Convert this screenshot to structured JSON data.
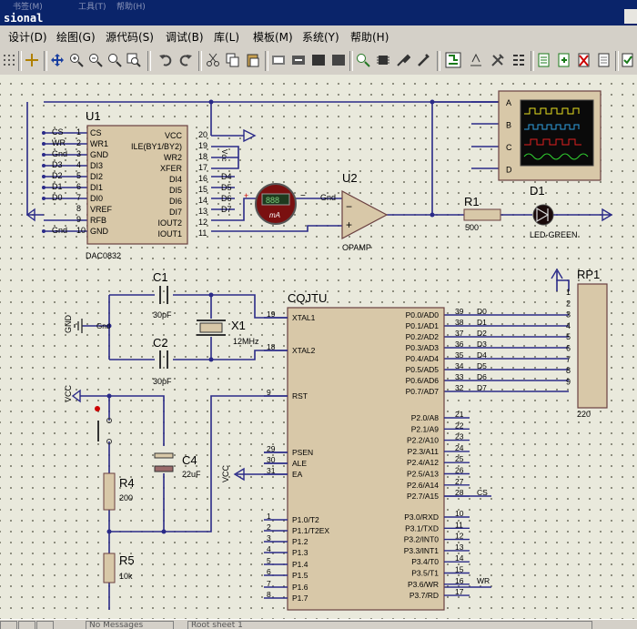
{
  "window": {
    "title": "sional",
    "menu_ghost_1": "书签(M)",
    "menu_ghost_2": "工具(T)",
    "menu_ghost_3": "帮助(H)"
  },
  "menus": [
    "设计(D)",
    "绘图(G)",
    "源代码(S)",
    "调试(B)",
    "库(L)",
    "模板(M)",
    "系统(Y)",
    "帮助(H)"
  ],
  "toolbar": {
    "icons": [
      "grid-icon",
      "origin-icon",
      "pan-icon",
      "zoom-in-icon",
      "zoom-out-icon",
      "zoom-all-icon",
      "zoom-area-icon",
      "undo-icon",
      "redo-icon",
      "cut-icon",
      "copy-icon",
      "paste-icon",
      "block-copy-icon",
      "block-move-icon",
      "block-rotate-icon",
      "block-delete-icon",
      "pick-device-icon",
      "make-device-icon",
      "package-tool-icon",
      "decompose-icon",
      "wire-autoroute-icon",
      "search-tag-icon",
      "property-tool-icon",
      "new-sheet-icon",
      "remove-sheet-icon",
      "netlist-icon",
      "bom-icon",
      "design-rule-icon",
      "ares-icon",
      "help-icon"
    ]
  },
  "schematic": {
    "u1": {
      "ref": "U1",
      "part": "DAC0832",
      "left_pins": [
        {
          "label": "CS",
          "name": "CS",
          "num": "1"
        },
        {
          "label": "WR",
          "name": "WR1",
          "num": "2"
        },
        {
          "label": "Gnd",
          "name": "GND",
          "num": "3"
        },
        {
          "label": "D3",
          "name": "DI3",
          "num": "4"
        },
        {
          "label": "D2",
          "name": "DI2",
          "num": "5"
        },
        {
          "label": "D1",
          "name": "DI1",
          "num": "6"
        },
        {
          "label": "D0",
          "name": "DI0",
          "num": "7"
        },
        {
          "label": "",
          "name": "VREF",
          "num": "8"
        },
        {
          "label": "",
          "name": "RFB",
          "num": "9"
        },
        {
          "label": "Gnd",
          "name": "GND",
          "num": "10"
        }
      ],
      "right_pins": [
        {
          "label": "",
          "name": "VCC",
          "num": "20"
        },
        {
          "label": "",
          "name": "ILE(BY1/BY2)",
          "num": "19"
        },
        {
          "label": "",
          "name": "WR2",
          "num": "18"
        },
        {
          "label": "",
          "name": "XFER",
          "num": "17"
        },
        {
          "label": "D4",
          "name": "DI4",
          "num": "16"
        },
        {
          "label": "D5",
          "name": "DI5",
          "num": "15"
        },
        {
          "label": "D6",
          "name": "DI6",
          "num": "14"
        },
        {
          "label": "D7",
          "name": "DI7",
          "num": "13"
        },
        {
          "label": "",
          "name": "IOUT2",
          "num": "12"
        },
        {
          "label": "",
          "name": "IOUT1",
          "num": "11"
        }
      ],
      "pin19_label": "Vcc"
    },
    "u2": {
      "ref": "U2",
      "part": "OPAMP",
      "gnd_label": "Gnd"
    },
    "ammeter": {
      "unit": "mA",
      "display": "888"
    },
    "r1": {
      "ref": "R1",
      "value": "500"
    },
    "d1": {
      "ref": "D1",
      "value": "LED-GREEN"
    },
    "scope": {
      "channels": [
        "A",
        "B",
        "C",
        "D"
      ]
    },
    "c1": {
      "ref": "C1",
      "value": "30pF"
    },
    "c2": {
      "ref": "C2",
      "value": "30pF"
    },
    "x1": {
      "ref": "X1",
      "value": "12MHz"
    },
    "gnd_power": {
      "label": "GND",
      "net": "Gnd"
    },
    "c4": {
      "ref": "C4",
      "value": "22uF"
    },
    "r4": {
      "ref": "R4",
      "value": "200"
    },
    "r5": {
      "ref": "R5",
      "value": "10k"
    },
    "vcc_labels": [
      "VCC",
      "VCC"
    ],
    "rp1": {
      "ref": "RP1",
      "value": "220",
      "pins": [
        "1",
        "2",
        "3",
        "4",
        "5",
        "6",
        "7",
        "8",
        "9"
      ]
    },
    "mcu": {
      "ref": "CQJTU",
      "left_pins": [
        {
          "name": "XTAL1",
          "num": "19"
        },
        {
          "name": "XTAL2",
          "num": "18"
        },
        {
          "name": "RST",
          "num": "9"
        },
        {
          "name": "PSEN",
          "num": "29"
        },
        {
          "name": "ALE",
          "num": "30"
        },
        {
          "name": "EA",
          "num": "31"
        },
        {
          "name": "P1.0/T2",
          "num": "1"
        },
        {
          "name": "P1.1/T2EX",
          "num": "2"
        },
        {
          "name": "P1.2",
          "num": "3"
        },
        {
          "name": "P1.3",
          "num": "4"
        },
        {
          "name": "P1.4",
          "num": "5"
        },
        {
          "name": "P1.5",
          "num": "6"
        },
        {
          "name": "P1.6",
          "num": "7"
        },
        {
          "name": "P1.7",
          "num": "8"
        }
      ],
      "right_pins": [
        {
          "name": "P0.0/AD0",
          "num": "39",
          "net": "D0"
        },
        {
          "name": "P0.1/AD1",
          "num": "38",
          "net": "D1"
        },
        {
          "name": "P0.2/AD2",
          "num": "37",
          "net": "D2"
        },
        {
          "name": "P0.3/AD3",
          "num": "36",
          "net": "D3"
        },
        {
          "name": "P0.4/AD4",
          "num": "35",
          "net": "D4"
        },
        {
          "name": "P0.5/AD5",
          "num": "34",
          "net": "D5"
        },
        {
          "name": "P0.6/AD6",
          "num": "33",
          "net": "D6"
        },
        {
          "name": "P0.7/AD7",
          "num": "32",
          "net": "D7"
        },
        {
          "name": "P2.0/A8",
          "num": "21",
          "net": ""
        },
        {
          "name": "P2.1/A9",
          "num": "22",
          "net": ""
        },
        {
          "name": "P2.2/A10",
          "num": "23",
          "net": ""
        },
        {
          "name": "P2.3/A11",
          "num": "24",
          "net": ""
        },
        {
          "name": "P2.4/A12",
          "num": "25",
          "net": ""
        },
        {
          "name": "P2.5/A13",
          "num": "26",
          "net": ""
        },
        {
          "name": "P2.6/A14",
          "num": "27",
          "net": ""
        },
        {
          "name": "P2.7/A15",
          "num": "28",
          "net": "CS"
        },
        {
          "name": "P3.0/RXD",
          "num": "10",
          "net": ""
        },
        {
          "name": "P3.1/TXD",
          "num": "11",
          "net": ""
        },
        {
          "name": "P3.2/INT0",
          "num": "12",
          "net": ""
        },
        {
          "name": "P3.3/INT1",
          "num": "13",
          "net": ""
        },
        {
          "name": "P3.4/T0",
          "num": "14",
          "net": ""
        },
        {
          "name": "P3.5/T1",
          "num": "15",
          "net": ""
        },
        {
          "name": "P3.6/WR",
          "num": "16",
          "net": "WR"
        },
        {
          "name": "P3.7/RD",
          "num": "17",
          "net": ""
        }
      ]
    }
  },
  "status": {
    "messages": "No Messages",
    "sheet": "Root sheet 1"
  }
}
